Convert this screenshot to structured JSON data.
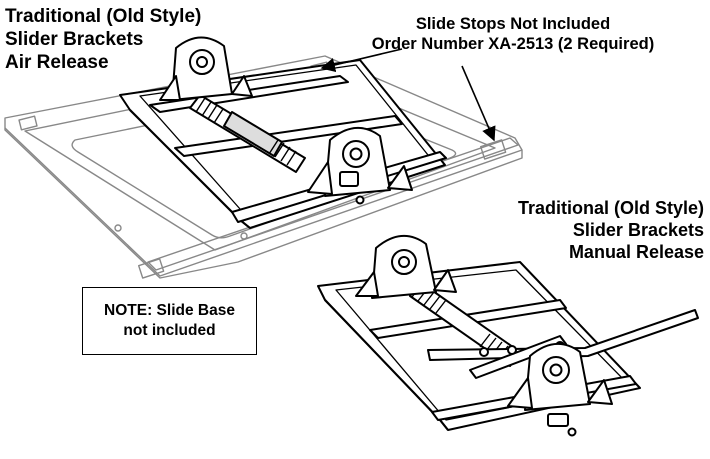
{
  "labels": {
    "air_release": {
      "lines": [
        "Traditional (Old Style)",
        "Slider Brackets",
        "Air Release"
      ]
    },
    "slide_stops": {
      "lines": [
        "Slide Stops Not Included",
        "Order Number XA-2513 (2 Required)"
      ]
    },
    "manual_release": {
      "lines": [
        "Traditional (Old Style)",
        "Slider Brackets",
        "Manual Release"
      ]
    }
  },
  "note": {
    "lines": [
      "NOTE: Slide Base",
      "not included"
    ]
  },
  "colors": {
    "line": "#000000",
    "base_line": "#888888",
    "background": "#ffffff"
  }
}
